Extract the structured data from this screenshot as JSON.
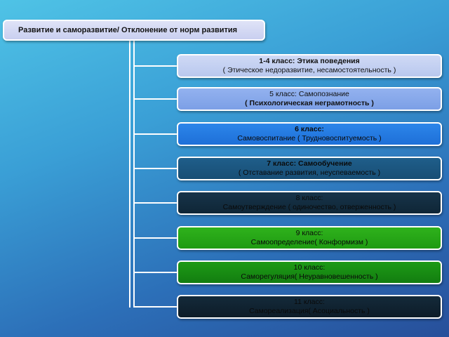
{
  "root": {
    "text": "Развитие и саморазвитие/ Отклонение от норм развития"
  },
  "boxes": [
    {
      "line1": "1-4 класс:    Этика поведения",
      "line2": "( Этическое недоразвитие, несамостоятельность )"
    },
    {
      "line1": "5 класс: Самопознание",
      "line2": "( Психологическая неграмотность )"
    },
    {
      "line1": "6 класс:",
      "line2": "Самовоспитание ( Трудновоспитуемость )"
    },
    {
      "line1": "7 класс: Самообучение",
      "line2": "( Отставание развития, неуспеваемость )"
    },
    {
      "line1": "8 класс:",
      "line2": "Самоутверждение ( одиночество, отверженность )"
    },
    {
      "line1": "9 класс:",
      "line2": "Самоопределение( Конформизм )"
    },
    {
      "line1": "10 класс:",
      "line2": "Саморегуляция( Неуравновешенность )"
    },
    {
      "line1": "11 класс:",
      "line2": "Самореализация( Асоциальность )"
    }
  ]
}
